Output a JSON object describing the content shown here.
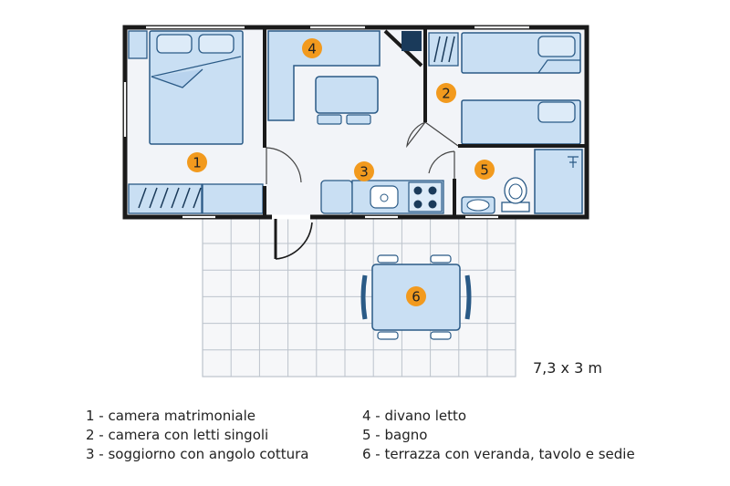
{
  "plan": {
    "dimensions": "7,3 x 3 m",
    "colors": {
      "wall": "#1a1a1a",
      "furniture": "#c9dff3",
      "furniture_stroke": "#2a5a86",
      "floor": "#f2f4f8",
      "terrace_grid": "#bcc3cc",
      "badge": "#f29a1e"
    },
    "rooms": [
      {
        "number": "1",
        "label": "camera matrimoniale"
      },
      {
        "number": "2",
        "label": "camera con letti singoli"
      },
      {
        "number": "3",
        "label": "soggiorno con angolo cottura"
      },
      {
        "number": "4",
        "label": "divano letto"
      },
      {
        "number": "5",
        "label": "bagno"
      },
      {
        "number": "6",
        "label": "terrazza con veranda, tavolo e sedie"
      }
    ],
    "legend": {
      "left": [
        "1 - camera matrimoniale",
        "2 - camera con letti singoli",
        "3 - soggiorno con angolo cottura"
      ],
      "right": [
        "4 - divano letto",
        "5 - bagno",
        "6 - terrazza con veranda, tavolo e sedie"
      ]
    }
  }
}
